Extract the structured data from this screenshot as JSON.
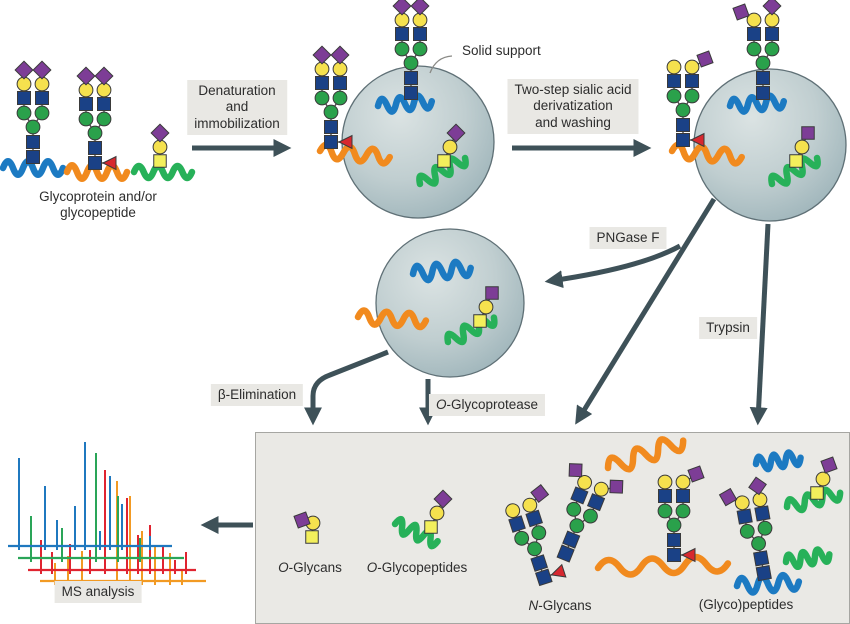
{
  "labels": {
    "source": "Glycoprotein and/or\nglycopeptide",
    "step1": "Denaturation\nand\nimmobilization",
    "solid_support": "Solid support",
    "step2": "Two-step sialic acid\nderivatization\nand washing",
    "pngase_f": "PNGase F",
    "trypsin": "Trypsin",
    "beta_elimination": "β-Elimination",
    "o_glycoprotease": {
      "prefix": "O",
      "rest": "-Glycoprotease"
    },
    "ms_analysis": "MS analysis",
    "products": {
      "o_glycans": {
        "prefix": "O",
        "rest": "-Glycans"
      },
      "o_glycopeptides": {
        "prefix": "O",
        "rest": "-Glycopeptides"
      },
      "n_glycans": {
        "prefix": "N",
        "rest": "-Glycans"
      },
      "glyco_peptides": "(Glyco)peptides"
    }
  },
  "colors": {
    "background": "#ffffff",
    "arrow": "#3e5158",
    "label_bg": "#e9e8e4",
    "text": "#2d2d2d",
    "box_bg": "#eae9e5",
    "box_border": "#a6a6a2",
    "bead_light": "#dbe3e3",
    "bead_mid": "#c0ced0",
    "bead_dark": "#9bb2b8",
    "bead_stroke": "#5f7076",
    "outline": "#3a3a3a",
    "link": "#4a4a4a",
    "glcnac_square": "#1a4186",
    "mannose_circle": "#2aa14b",
    "galactose_circle": "#f5e14e",
    "sialic_diamond": "#7d3d96",
    "fucose_triangle": "#d7282f",
    "galnac_square": "#f3ef5c",
    "peptide_blue": "#1c7ac2",
    "peptide_orange": "#f18a1e",
    "peptide_green": "#27b159",
    "leader_line": "#8a8a86"
  },
  "ms_spectra": {
    "type": "stacked mass spectra",
    "series": [
      {
        "name": "blue",
        "color": "#1f78bf",
        "x": 8,
        "y": 546,
        "length": 164,
        "peaks": [
          [
            11,
            88
          ],
          [
            37,
            60
          ],
          [
            49,
            26
          ],
          [
            67,
            40
          ],
          [
            77,
            104
          ],
          [
            92,
            15
          ],
          [
            102,
            70
          ],
          [
            114,
            42
          ],
          [
            142,
            10
          ]
        ]
      },
      {
        "name": "green",
        "color": "#2aa558",
        "x": 18,
        "y": 558,
        "length": 166,
        "peaks": [
          [
            13,
            42
          ],
          [
            44,
            30
          ],
          [
            78,
            105
          ],
          [
            100,
            62
          ],
          [
            122,
            20
          ]
        ]
      },
      {
        "name": "red",
        "color": "#e02430",
        "x": 28,
        "y": 570,
        "length": 168,
        "peaks": [
          [
            13,
            30
          ],
          [
            24,
            18
          ],
          [
            42,
            26
          ],
          [
            62,
            20
          ],
          [
            77,
            100
          ],
          [
            99,
            72
          ],
          [
            110,
            35
          ],
          [
            122,
            45
          ],
          [
            135,
            25
          ],
          [
            147,
            10
          ],
          [
            158,
            18
          ]
        ]
      },
      {
        "name": "orange",
        "color": "#f29a23",
        "x": 40,
        "y": 581,
        "length": 166,
        "peaks": [
          [
            15,
            18
          ],
          [
            28,
            25
          ],
          [
            42,
            30
          ],
          [
            77,
            100
          ],
          [
            90,
            85
          ],
          [
            102,
            50
          ],
          [
            115,
            35
          ],
          [
            130,
            28
          ],
          [
            142,
            12
          ]
        ]
      }
    ]
  }
}
